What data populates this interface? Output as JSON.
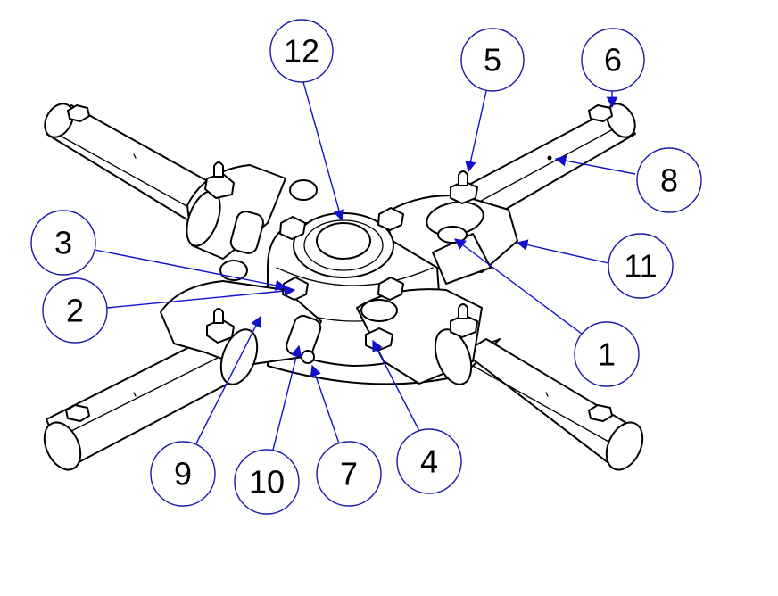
{
  "diagram": {
    "callouts": [
      {
        "id": "1",
        "label": "1"
      },
      {
        "id": "2",
        "label": "2"
      },
      {
        "id": "3",
        "label": "3"
      },
      {
        "id": "4",
        "label": "4"
      },
      {
        "id": "5",
        "label": "5"
      },
      {
        "id": "6",
        "label": "6"
      },
      {
        "id": "7",
        "label": "7"
      },
      {
        "id": "8",
        "label": "8"
      },
      {
        "id": "9",
        "label": "9"
      },
      {
        "id": "10",
        "label": "10"
      },
      {
        "id": "11",
        "label": "11"
      },
      {
        "id": "12",
        "label": "12"
      }
    ],
    "colors": {
      "leader": "#1111cc",
      "circle_stroke": "#1a1aa8",
      "drawing": "#000000"
    }
  }
}
